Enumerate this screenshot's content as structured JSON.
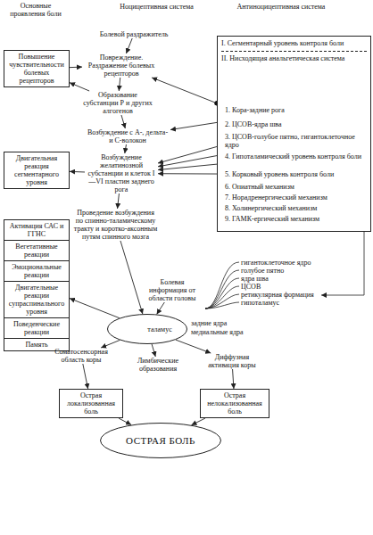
{
  "diagram": {
    "nodes": [
      {
        "text": [
          "Болевой раздражитель"
        ]
      },
      {
        "text": [
          "I. Сегментарный уровень контроля боли",
          "II. Нисходящая анальгетическая система"
        ]
      },
      {
        "text": [
          "1. Кора-задние рога"
        ],
        "in": 1
      },
      {
        "text": [
          "2. ЦСОВ-ядра шва"
        ],
        "in": 1
      },
      {
        "text": [
          "3. ЦСОВ-голубое пятно, гигантоклеточное ядро"
        ],
        "in": 1
      },
      {
        "text": [
          "4. Гипоталамический уровень контроля боли"
        ],
        "in": 1
      },
      {
        "text": [
          "5. Корковый уровень контроля боли"
        ],
        "in": 1
      },
      {
        "text": [
          "6. Опиатный механизм"
        ],
        "in": 1
      },
      {
        "text": [
          "7. Норадренергический механизм"
        ],
        "in": 1
      },
      {
        "text": [
          "8. Холинергический механизм"
        ],
        "in": 1
      },
      {
        "text": [
          "9. ГАМК-ергический механизм"
        ],
        "in": 1
      },
      {
        "text": [
          "Повышение чувствительности болевых рецепторов"
        ]
      },
      {
        "text": [
          "Повреждение. Раздражение болевых рецепторов"
        ]
      },
      {
        "text": [
          "Образование субстанции Р и других алгогенов"
        ]
      },
      {
        "text": [
          "Возбуждение с А-, дельта- и С-волокон"
        ]
      },
      {
        "text": [
          "Двигательная реакция сегментарного уровня"
        ]
      },
      {
        "text": [
          "Возбуждение желатинозной субстанции и клеток I—VI пластин заднего рога"
        ]
      },
      {
        "text": [
          "Проведение возбуждения по спинно-таламическому тракту и коротко-аксонным путям спинного мозга"
        ]
      },
      {
        "text": [
          "Активация САС и ГГНС",
          "Вегетативные реакции",
          "Эмоциональные реакции",
          "Двигательные реакции супраспинального уровня",
          "Поведенческие реакции",
          "Память"
        ]
      },
      {
        "text": [
          "Болевая информация от области головы"
        ]
      },
      {
        "text": [
          "таламус"
        ]
      },
      {
        "text": [
          "Соматосенсорная область коры"
        ]
      },
      {
        "text": [
          "Лимбические образования"
        ]
      },
      {
        "text": [
          "Диффузная активация коры"
        ]
      },
      {
        "text": [
          "Острая локализованная боль"
        ]
      },
      {
        "text": [
          "Острая нелокализованная боль"
        ]
      },
      {
        "text": [
          "ОСТРАЯ БОЛЬ"
        ]
      }
    ],
    "edges": [
      {
        "from": 0,
        "to": 12,
        "arrow": "to"
      },
      {
        "from": 12,
        "to": 13,
        "arrow": "to"
      },
      {
        "from": 13,
        "to": 11,
        "arrow": "to"
      },
      {
        "from": 11,
        "to": 12,
        "arrow": "to"
      },
      {
        "from": 13,
        "to": 14,
        "arrow": "to"
      },
      {
        "from": 14,
        "to": 16,
        "arrow": "to"
      },
      {
        "from": 16,
        "to": 15,
        "arrow": "to"
      },
      {
        "from": 16,
        "to": 17,
        "arrow": "to"
      },
      {
        "from": 17,
        "to": 20,
        "arrow": "to"
      },
      {
        "from": 19,
        "to": 20,
        "arrow": "to"
      },
      {
        "from": 20,
        "to": 18,
        "arrow": "to"
      },
      {
        "from": 20,
        "to": 21,
        "arrow": "to"
      },
      {
        "from": 20,
        "to": 22,
        "arrow": "to"
      },
      {
        "from": 20,
        "to": 23,
        "arrow": "to"
      },
      {
        "from": 21,
        "to": 24,
        "arrow": "to"
      },
      {
        "from": 23,
        "to": 25,
        "arrow": "to"
      },
      {
        "from": 24,
        "to": 26,
        "arrow": "to"
      },
      {
        "from": 25,
        "to": 26,
        "arrow": "to"
      },
      {
        "from": 1,
        "to": 12,
        "arrow": "to"
      },
      {
        "from": 2,
        "to": 14,
        "arrow": "to"
      },
      {
        "from": 3,
        "to": 16,
        "arrow": "to"
      },
      {
        "from": 4,
        "to": 16,
        "arrow": "to"
      },
      {
        "from": 5,
        "to": 16,
        "arrow": "to"
      },
      {
        "from": 6,
        "to": 16,
        "arrow": "to"
      }
    ],
    "labels": [
      "Основные проявления боли",
      "Ноцицептивная система",
      "Антиноцицептивная система",
      "гигантоклеточное ядро",
      "голубое пятно",
      "ядра шва",
      "ЦСОВ",
      "ретикулярная формация",
      "гипоталамус",
      "задние ядра",
      "медиальные ядра"
    ]
  }
}
